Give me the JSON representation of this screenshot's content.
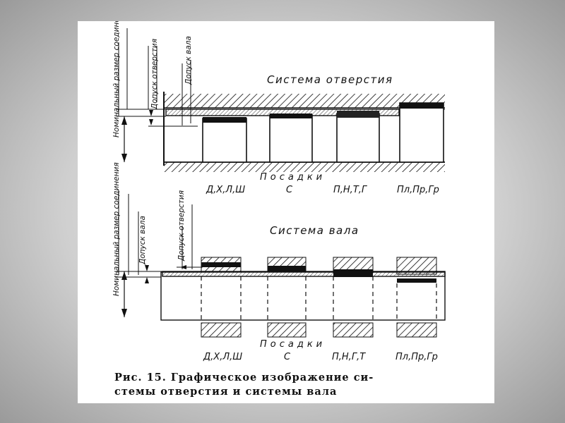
{
  "diagram": {
    "top": {
      "title": "Система отверстия",
      "dim_nominal": "Номинальный размер соединения",
      "dim_tol_hole": "Допуск отверстия",
      "dim_tol_shaft": "Допуск вала",
      "fits_heading": "Посадки",
      "fits": [
        "Д,Х,Л,Ш",
        "С",
        "П,Н,Т,Г",
        "Пл,Пр,Гр"
      ]
    },
    "bottom": {
      "title": "Система вала",
      "dim_nominal": "Номинальный размер соединения",
      "dim_tol_shaft": "Допуск вала",
      "dim_tol_hole": "Допуск отверстия",
      "fits_heading": "Посадки",
      "fits": [
        "Д,Х,Л,Ш",
        "С",
        "П,Н,Г,Т",
        "Пл,Пр,Гр"
      ]
    },
    "caption_line1": "Рис. 15. Графическое изображение си-",
    "caption_line2": "стемы отверстия и системы вала"
  },
  "colors": {
    "ink": "#111111",
    "paper": "#ffffff"
  }
}
